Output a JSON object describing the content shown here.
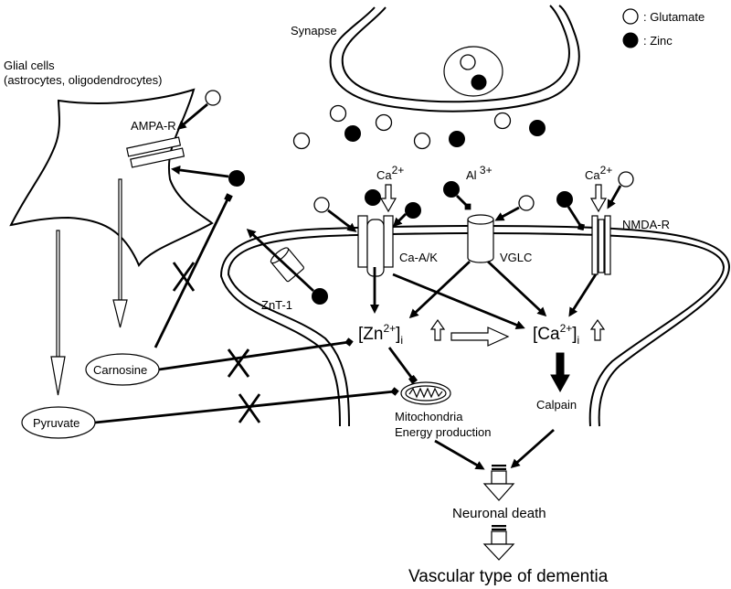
{
  "labels": {
    "synapse": "Synapse",
    "glial_cells_line1": "Glial cells",
    "glial_cells_line2": "(astrocytes, oligodendrocytes)",
    "ampa_r": "AMPA-R",
    "ca_ak": "Ca-A/K",
    "vglc": "VGLC",
    "nmda_r": "NMDA-R",
    "znt1": "ZnT-1",
    "carnosine": "Carnosine",
    "pyruvate": "Pyruvate",
    "calpain": "Calpain",
    "mitochondria_line1": "Mitochondria",
    "mitochondria_line2": "Energy production",
    "neuronal_death": "Neuronal death",
    "vascular_dementia": "Vascular type of dementia"
  },
  "ions": {
    "ca_left_base": "Ca",
    "ca_left_sup": "2+",
    "al_base": "Al",
    "al_sup": " 3+",
    "ca_right_base": "Ca",
    "ca_right_sup": "2+",
    "zn_open": "[Zn",
    "zn_sup": "2+",
    "zn_close": "]",
    "zn_sub": "i",
    "cai_open": "[Ca",
    "cai_sup": "2+",
    "cai_close": "]",
    "cai_sub": "i"
  },
  "legend": {
    "glutamate": ": Glutamate",
    "zinc": ": Zinc"
  },
  "colors": {
    "line": "#000000",
    "background": "#ffffff"
  }
}
